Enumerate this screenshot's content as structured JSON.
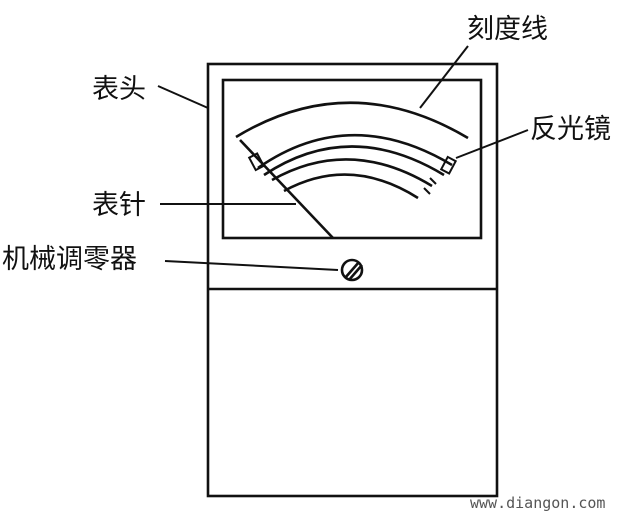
{
  "labels": {
    "scale_lines": "刻度线",
    "meter_head": "表头",
    "mirror": "反光镜",
    "pointer": "表针",
    "zero_adjuster": "机械调零器"
  },
  "watermark": "www.diangon.com",
  "colors": {
    "line": "#111111",
    "background": "#ffffff"
  }
}
